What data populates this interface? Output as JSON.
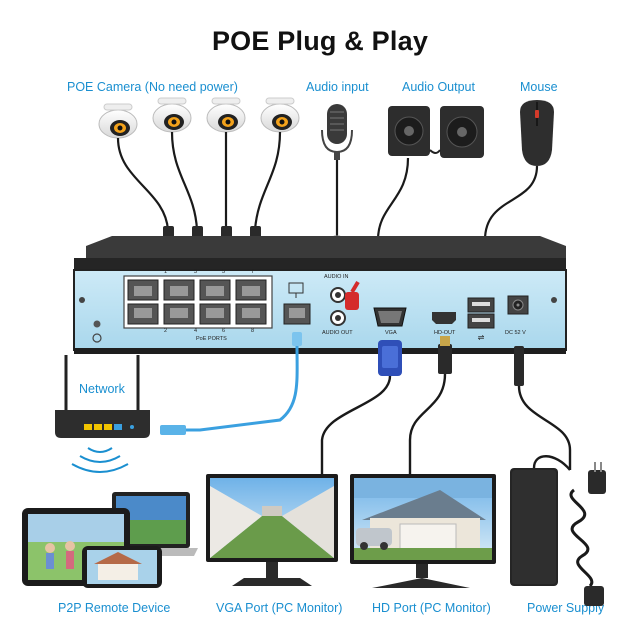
{
  "title": "POE Plug & Play",
  "labels": {
    "poe_camera": "POE Camera (No need power)",
    "audio_input": "Audio input",
    "audio_output": "Audio Output",
    "mouse": "Mouse",
    "network": "Network",
    "p2p": "P2P  Remote Device",
    "vga_port": "VGA Port (PC Monitor)",
    "hd_port": "HD Port (PC Monitor)",
    "power_supply": "Power Supply"
  },
  "nvr": {
    "port_numbers_top": [
      "1",
      "3",
      "5",
      "7"
    ],
    "port_numbers_bottom": [
      "2",
      "4",
      "6",
      "8"
    ],
    "poe_ports": "PoE PORTS",
    "audio_in": "AUDIO IN",
    "audio_out": "AUDIO OUT",
    "vga": "VGA",
    "hd_out": "HD-OUT",
    "dc": "DC 52 V"
  },
  "colors": {
    "accent": "#1a8fd0",
    "panel": "#bfe3f3",
    "chassis": "#2b2b2b",
    "cable_blue": "#3aa0e0"
  }
}
